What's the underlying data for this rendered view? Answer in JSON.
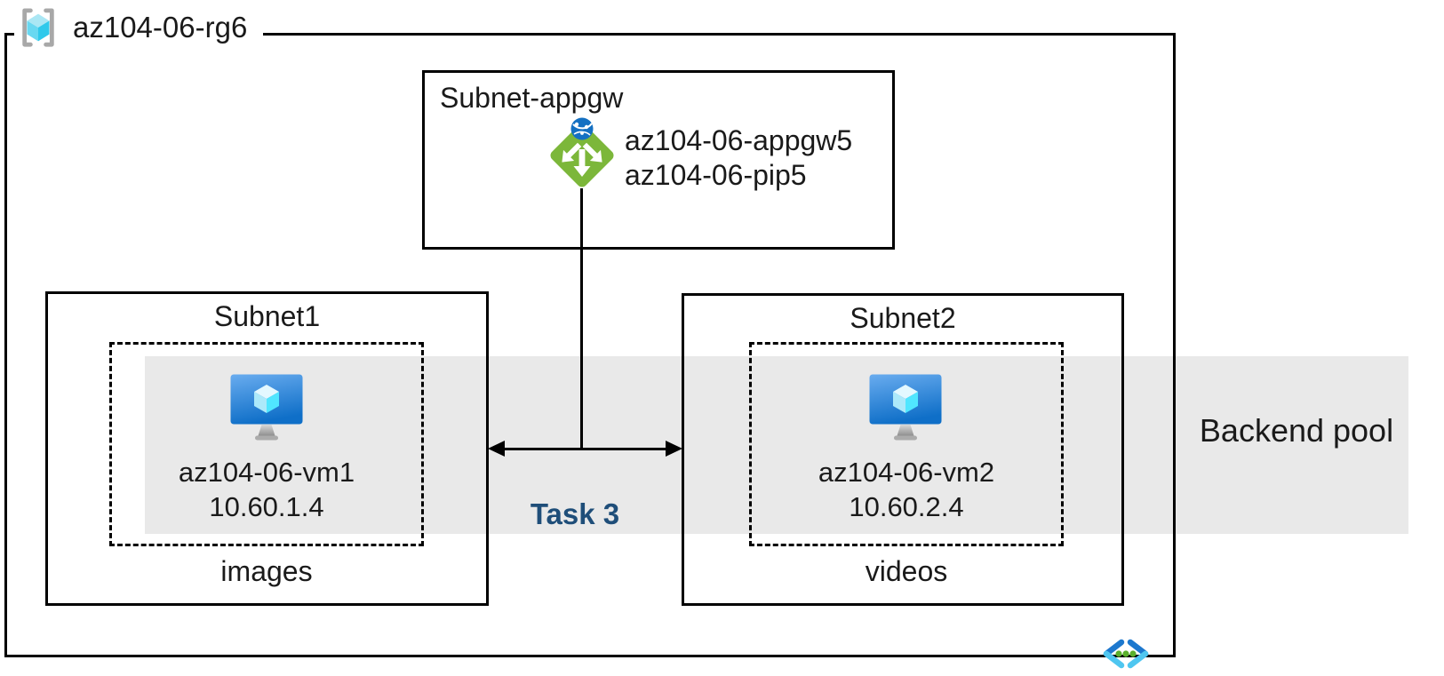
{
  "resource_group": {
    "name": "az104-06-rg6"
  },
  "appgw_subnet": {
    "title": "Subnet-appgw",
    "gateway_name": "az104-06-appgw5",
    "public_ip_name": "az104-06-pip5"
  },
  "subnet1": {
    "title": "Subnet1",
    "vm_name": "az104-06-vm1",
    "vm_ip": "10.60.1.4",
    "caption": "images"
  },
  "subnet2": {
    "title": "Subnet2",
    "vm_name": "az104-06-vm2",
    "vm_ip": "10.60.2.4",
    "caption": "videos"
  },
  "backend_pool_label": "Backend pool",
  "task_label": "Task 3",
  "icons": {
    "resource_group": "resource-group-icon",
    "application_gateway": "application-gateway-icon",
    "virtual_machine": "virtual-machine-icon",
    "virtual_network": "virtual-network-icon"
  },
  "colors": {
    "band-gray": "#e9e9e9",
    "line-black": "#000000",
    "text-dark": "#1a1a1a",
    "task-blue": "#1f4e79",
    "bracket-gray": "#a8a8a8",
    "appgw-green": "#7cb73a",
    "globe-blue": "#1470c2",
    "vnet-dark-blue": "#1d78ce",
    "vnet-light-blue": "#4fc6f0",
    "vnet-dot-green": "#5aaf2b",
    "cube-cyan": "#50e6ff"
  }
}
